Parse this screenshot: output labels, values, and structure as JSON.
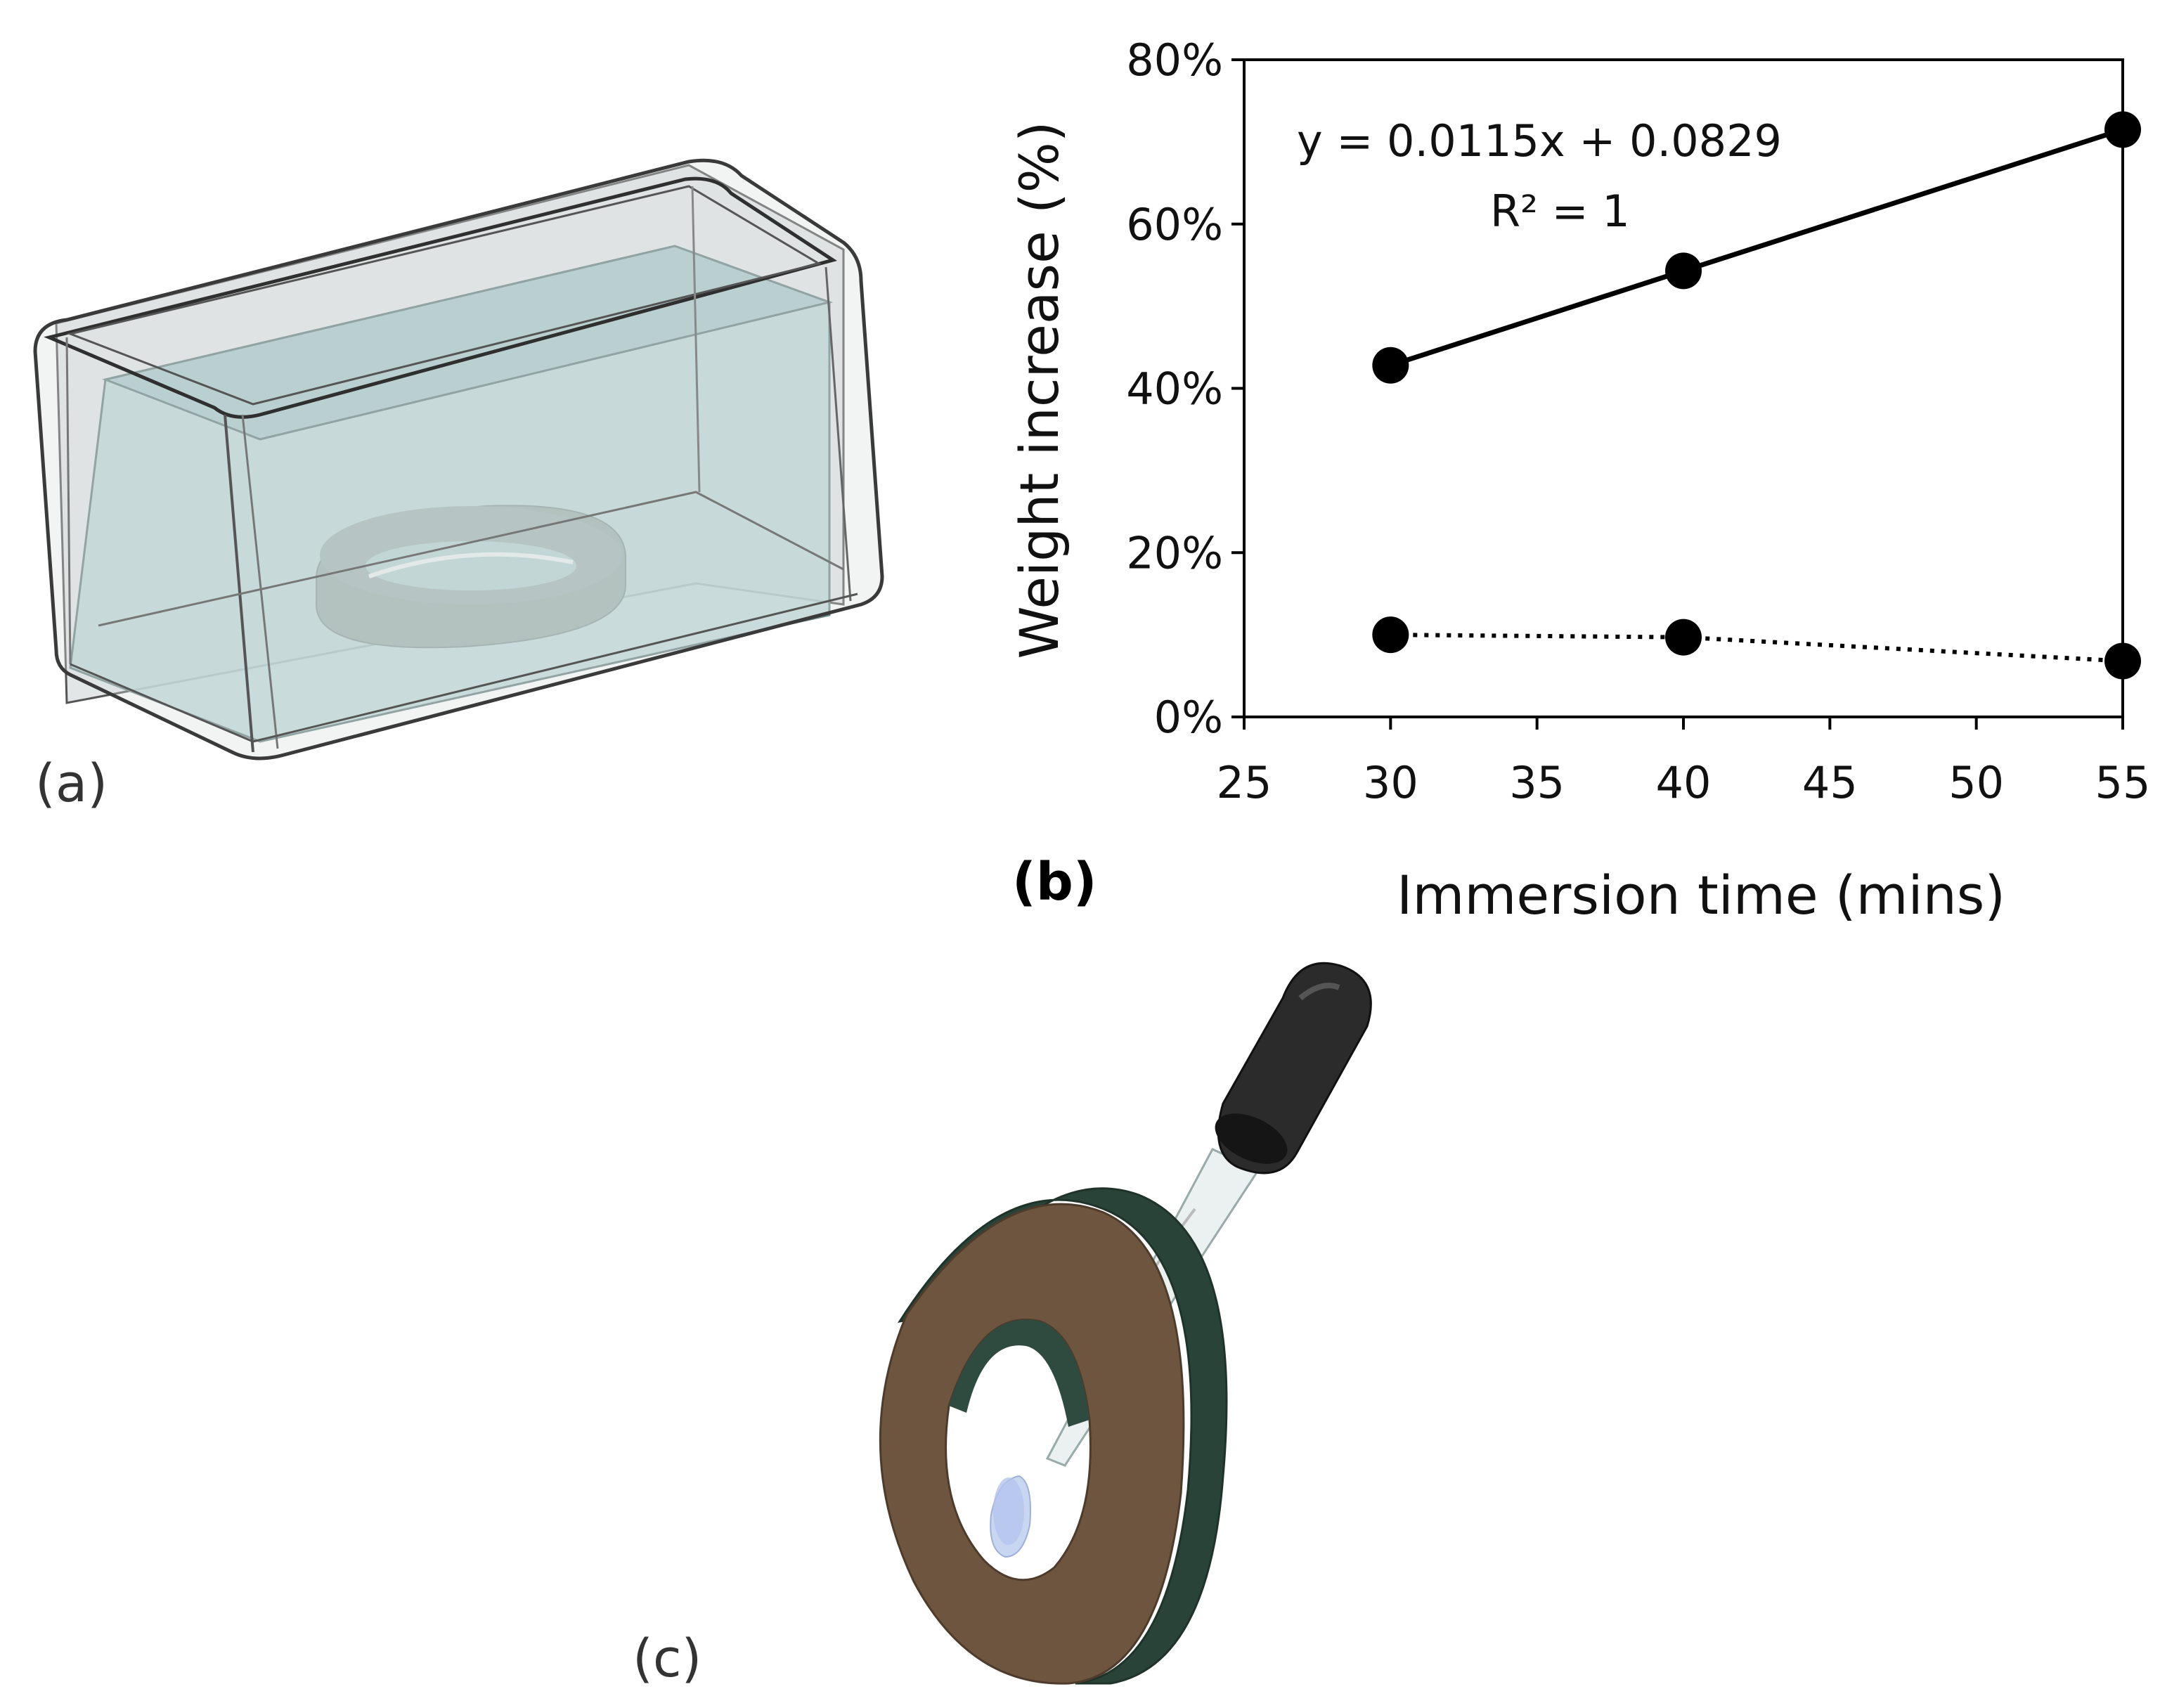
{
  "panels": {
    "a": {
      "label": "(a)"
    },
    "b": {
      "label": "(b)"
    },
    "c": {
      "label": "(c)"
    }
  },
  "colors": {
    "liquid": "#b7d3d3",
    "container_edge": "#3a3a3a",
    "ring_face": "#6e5540",
    "ring_side": "#2a4338",
    "dropper_bulb": "#2b2b2b",
    "droplet": "#c9d6f2"
  },
  "chart_data": {
    "type": "scatter",
    "xlabel": "Immersion time (mins)",
    "ylabel": "Weight increase (%)",
    "xlim": [
      25,
      55
    ],
    "ylim": [
      0,
      0.8
    ],
    "x_ticks": [
      "25",
      "30",
      "35",
      "40",
      "45",
      "50",
      "55"
    ],
    "y_ticks": [
      "0%",
      "20%",
      "40%",
      "60%",
      "80%"
    ],
    "grid": false,
    "series": [
      {
        "x": [
          30,
          40,
          55
        ],
        "values": [
          0.428,
          0.543,
          0.715
        ],
        "line": "solid"
      },
      {
        "x": [
          30,
          40,
          55
        ],
        "values": [
          0.1,
          0.097,
          0.068
        ],
        "line": "dotted"
      }
    ],
    "annotations": {
      "equation": "y = 0.0115x + 0.0829",
      "r_squared": "R² = 1"
    }
  }
}
